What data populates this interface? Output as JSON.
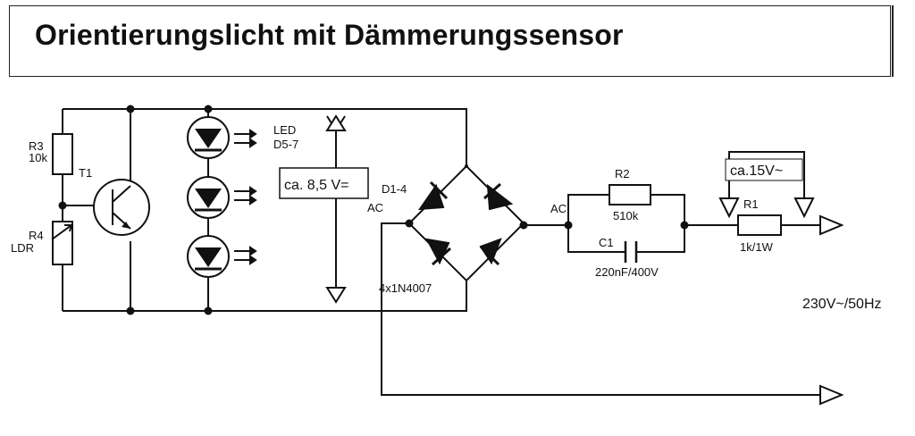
{
  "title": "Orientierungslicht mit Dämmerungssensor",
  "labels": {
    "r3": "R3",
    "r3_value": "10k",
    "t1": "T1",
    "r4": "R4",
    "ldr": "LDR",
    "led": "LED",
    "led_range": "D5-7",
    "voltage_85": "ca. 8,5 V=",
    "diodes": "D1-4",
    "ac_left": "AC",
    "ac_right": "AC",
    "diode_type": "4x1N4007",
    "r2": "R2",
    "r2_value": "510k",
    "c1": "C1",
    "c1_value": "220nF/400V",
    "voltage_15": "ca.15V~",
    "r1": "R1",
    "r1_value": "1k/1W",
    "mains": "230V~/50Hz"
  }
}
